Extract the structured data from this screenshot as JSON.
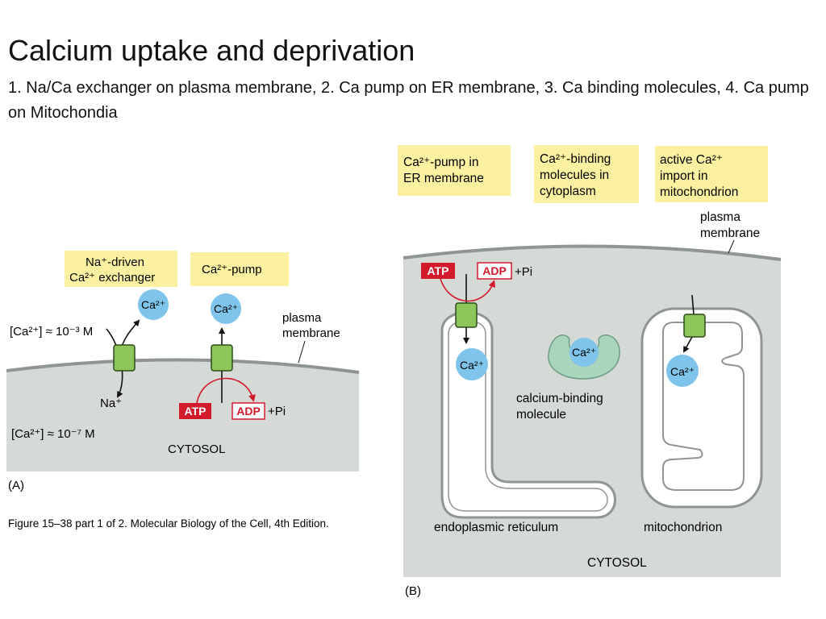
{
  "slide": {
    "title": "Calcium uptake and deprivation",
    "subtitle": "1. Na/Ca exchanger on plasma membrane, 2. Ca pump on ER membrane, 3. Ca binding molecules, 4. Ca pump on Mitochondia"
  },
  "panel_a": {
    "label_exchanger_1": "Na⁺-driven",
    "label_exchanger_2": "Ca²⁺ exchanger",
    "label_pump": "Ca²⁺-pump",
    "conc_outside": "[Ca²⁺] ≈ 10⁻³ M",
    "conc_inside": "[Ca²⁺] ≈ 10⁻⁷ M",
    "ca_ion_1": "Ca²⁺",
    "ca_ion_2": "Ca²⁺",
    "na_ion": "Na⁺",
    "membrane_1": "plasma",
    "membrane_2": "membrane",
    "atp": "ATP",
    "adp": "ADP",
    "pi": "+Pi",
    "cytosol": "CYTOSOL",
    "panel_label": "(A)",
    "caption": "Figure 15–38 part 1 of 2. Molecular Biology of the Cell, 4th Edition."
  },
  "panel_b": {
    "label_er_pump_1": "Ca²⁺-pump in",
    "label_er_pump_2": "ER membrane",
    "label_binding_1": "Ca²⁺-binding",
    "label_binding_2": "molecules in",
    "label_binding_3": "cytoplasm",
    "label_mito_1": "active Ca²⁺",
    "label_mito_2": "import in",
    "label_mito_3": "mitochondrion",
    "membrane_1": "plasma",
    "membrane_2": "membrane",
    "atp": "ATP",
    "adp": "ADP",
    "pi": "+Pi",
    "ca_er": "Ca²⁺",
    "ca_binding": "Ca²⁺",
    "ca_mito": "Ca²⁺",
    "binding_label_1": "calcium-binding",
    "binding_label_2": "molecule",
    "er_label": "endoplasmic reticulum",
    "mito_label": "mitochondrion",
    "cytosol": "CYTOSOL",
    "panel_label": "(B)"
  },
  "colors": {
    "cytosol": "#d6dad7",
    "label_box": "#fbf1a0",
    "transporter": "#8cc65a",
    "ion": "#7fc4ea",
    "atp_red": "#d21a2c",
    "binding_molecule": "#a9d5bd"
  }
}
